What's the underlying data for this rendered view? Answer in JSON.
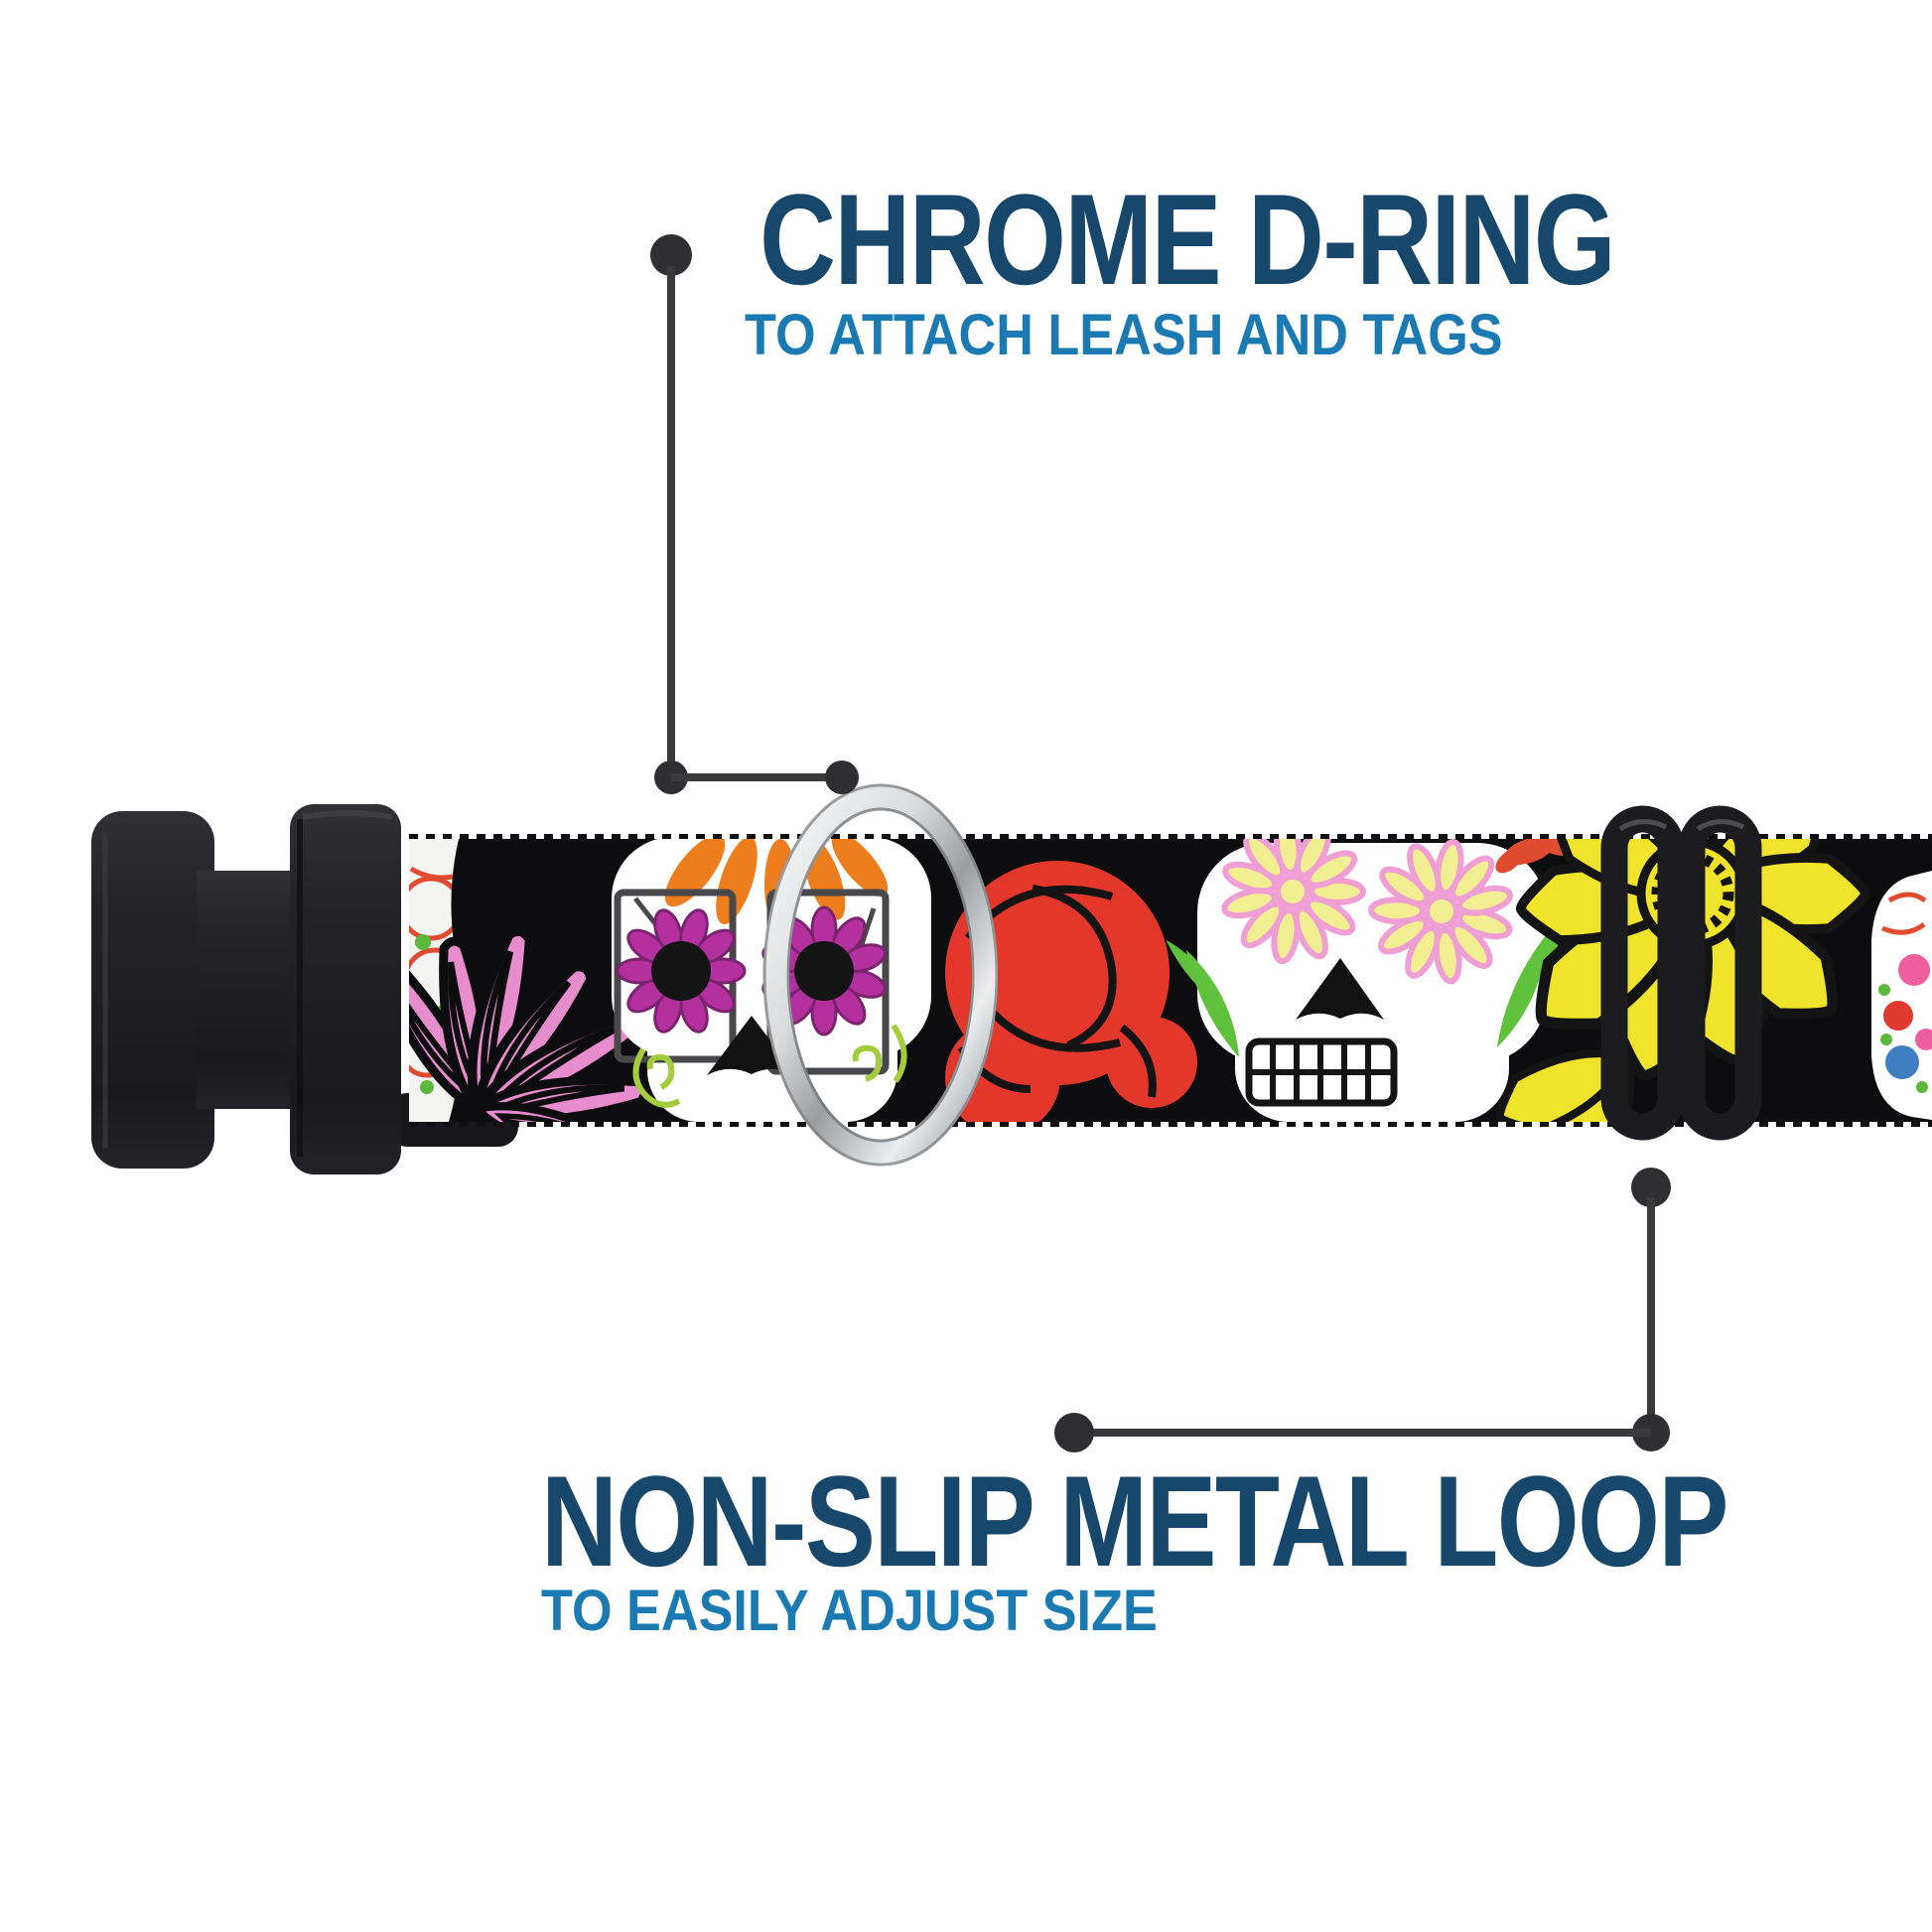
{
  "callouts": [
    {
      "id": "chrome-d-ring",
      "title": "CHROME D-RING",
      "subtitle": "TO ATTACH LEASH AND TAGS"
    },
    {
      "id": "non-slip-metal-loop",
      "title": "NON-SLIP METAL LOOP",
      "subtitle": "TO EASILY ADJUST SIZE"
    }
  ],
  "colors": {
    "title_navy": "#17476b",
    "subtitle_blue": "#1b7ab1",
    "callout_line": "#3a3a3c",
    "callout_dot": "#2f2f31",
    "strap_black": "#0d0d0f",
    "buckle_black": "#232327",
    "slider_black": "#1c1c1f",
    "dring_silver": "#c9cccd",
    "rose_red": "#e4372c",
    "sunflower_yellow": "#f0e32b",
    "aster_pink": "#e78ccd",
    "skull_white": "#ffffff",
    "eye_magenta": "#b5309f",
    "forehead_orange": "#ee7d1e",
    "swirl_green": "#a4cd3e",
    "leaf_green": "#5fc13c",
    "daisy_ring_pink": "#ef9fd4",
    "daisy_fill_yellow": "#f2ef92",
    "web_red": "#e04b30",
    "dot_green": "#5cb83c"
  }
}
